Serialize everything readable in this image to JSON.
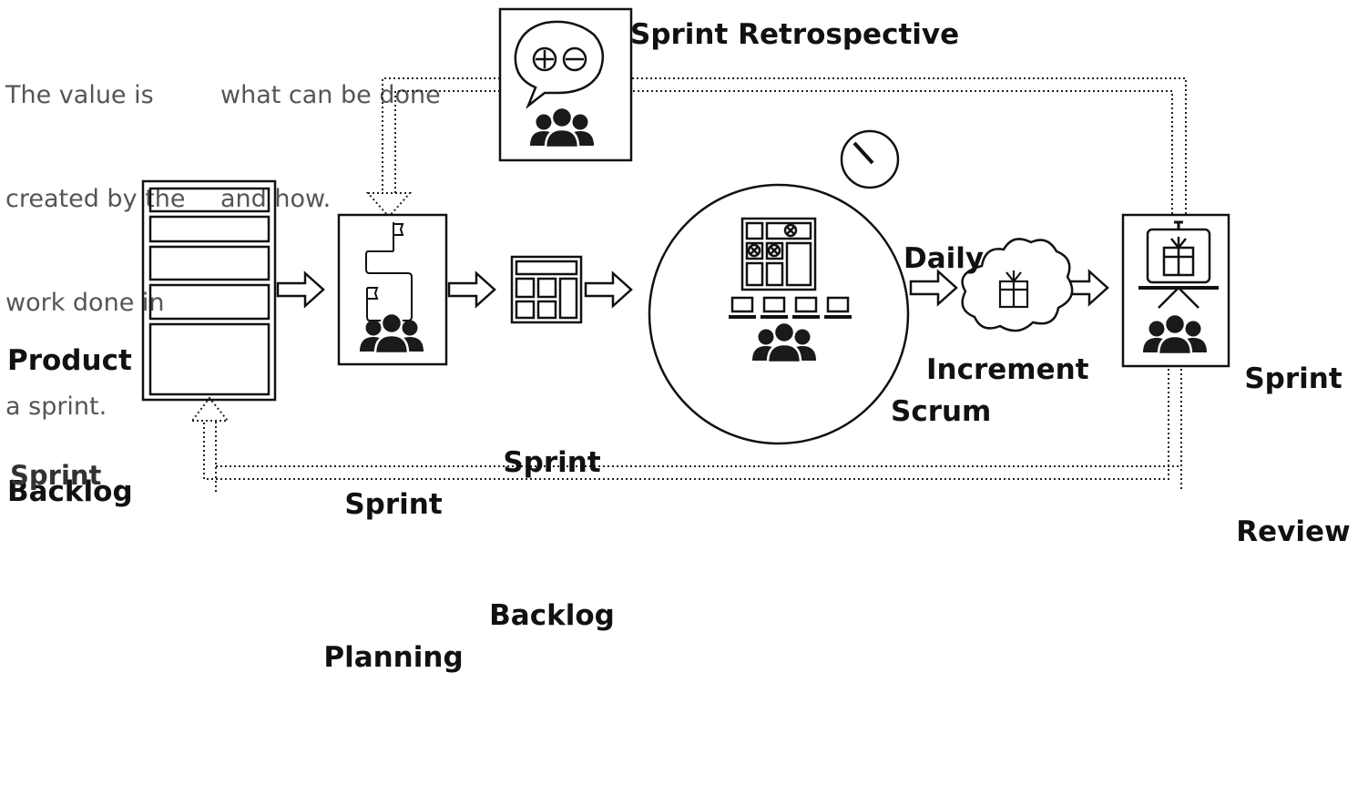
{
  "notes": {
    "value_lines": [
      "The value is",
      "created by the",
      "work done in",
      "a sprint."
    ],
    "plan_lines": [
      "what can be done",
      "and how."
    ]
  },
  "labels": {
    "product_backlog": [
      "Product",
      "Backlog"
    ],
    "sprint_planning": [
      "Sprint",
      "Planning"
    ],
    "sprint_backlog": [
      "Sprint",
      "Backlog"
    ],
    "daily_scrum": [
      "Daily",
      "Scrum"
    ],
    "increment": "Increment",
    "sprint_review": [
      "Sprint",
      "Review"
    ],
    "sprint_retrospective": "Sprint Retrospective",
    "bottom_cut": "Sprint"
  },
  "icons": {
    "team": "people-group-icon",
    "flag_path": "flag-path-icon",
    "task_board": "task-board-icon",
    "laptops": "laptop-row-icon",
    "gift": "gift-icon",
    "cloud": "cloud-icon",
    "presentation": "presentation-board-icon",
    "timer": "timer-icon",
    "speech": "speech-bubble-icon",
    "plus_minus": "plus-minus-icon"
  },
  "colors": {
    "ink": "#111111",
    "note_text": "#555555",
    "background": "#ffffff"
  }
}
